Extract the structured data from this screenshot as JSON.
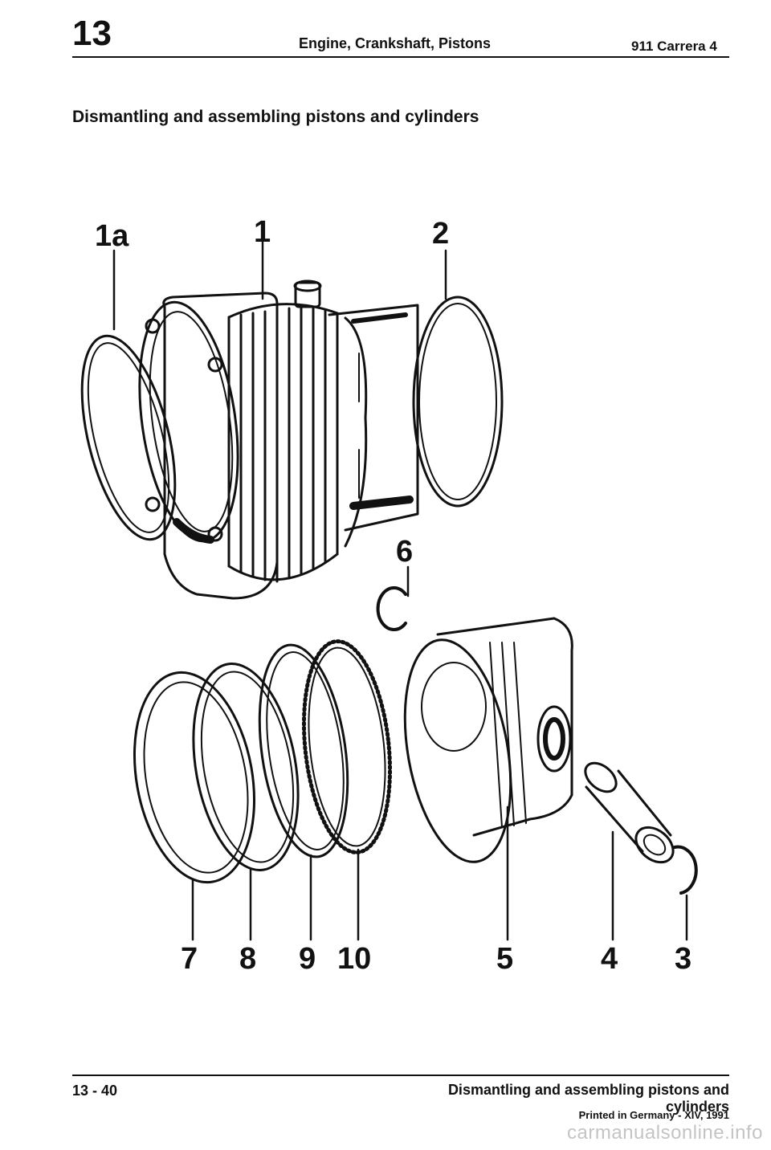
{
  "header": {
    "chapter": "13",
    "section_title": "Engine, Crankshaft, Pistons",
    "model": "911 Carrera 4"
  },
  "page_title": "Dismantling and assembling pistons and cylinders",
  "diagram": {
    "callouts": [
      {
        "id": "1a",
        "label": "1a"
      },
      {
        "id": "1",
        "label": "1"
      },
      {
        "id": "2",
        "label": "2"
      },
      {
        "id": "6",
        "label": "6"
      },
      {
        "id": "7",
        "label": "7"
      },
      {
        "id": "8",
        "label": "8"
      },
      {
        "id": "9",
        "label": "9"
      },
      {
        "id": "10",
        "label": "10"
      },
      {
        "id": "5",
        "label": "5"
      },
      {
        "id": "4",
        "label": "4"
      },
      {
        "id": "3",
        "label": "3"
      }
    ]
  },
  "footer": {
    "page_number": "13 - 40",
    "title": "Dismantling and assembling pistons and cylinders",
    "printed": "Printed in Germany - XIV, 1991",
    "watermark": "carmanualsonline.info"
  }
}
